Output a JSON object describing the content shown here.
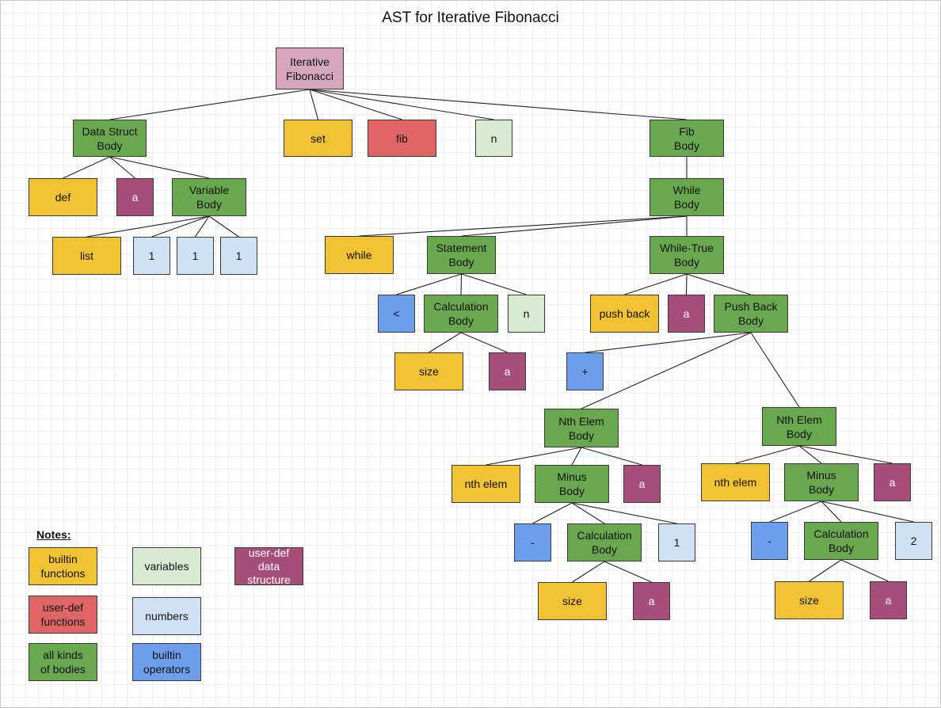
{
  "title": "AST for Iterative Fibonacci",
  "colors": {
    "builtin_fn": "#f1c232",
    "user_fn": "#e06666",
    "body": "#6aa84f",
    "variable": "#d9ead3",
    "number": "#cfe2f3",
    "operator": "#6d9eeb",
    "data_struct": "#a64d79",
    "root": "#d5a6bd"
  },
  "nodes": [
    {
      "id": "root",
      "label": "Iterative\nFibonacci",
      "kind": "root"
    },
    {
      "id": "ds_body",
      "label": "Data Struct\nBody",
      "kind": "body"
    },
    {
      "id": "set",
      "label": "set",
      "kind": "builtin_fn"
    },
    {
      "id": "fib",
      "label": "fib",
      "kind": "user_fn"
    },
    {
      "id": "n_top",
      "label": "n",
      "kind": "variable"
    },
    {
      "id": "fib_body",
      "label": "Fib\nBody",
      "kind": "body"
    },
    {
      "id": "def",
      "label": "def",
      "kind": "builtin_fn"
    },
    {
      "id": "a_ds",
      "label": "a",
      "kind": "data_struct"
    },
    {
      "id": "var_body",
      "label": "Variable\nBody",
      "kind": "body"
    },
    {
      "id": "list",
      "label": "list",
      "kind": "builtin_fn"
    },
    {
      "id": "one1",
      "label": "1",
      "kind": "number"
    },
    {
      "id": "one2",
      "label": "1",
      "kind": "number"
    },
    {
      "id": "one3",
      "label": "1",
      "kind": "number"
    },
    {
      "id": "while_body",
      "label": "While\nBody",
      "kind": "body"
    },
    {
      "id": "while",
      "label": "while",
      "kind": "builtin_fn"
    },
    {
      "id": "stmt_body",
      "label": "Statement\nBody",
      "kind": "body"
    },
    {
      "id": "wt_body",
      "label": "While-True\nBody",
      "kind": "body"
    },
    {
      "id": "lt",
      "label": "<",
      "kind": "operator"
    },
    {
      "id": "calc1",
      "label": "Calculation\nBody",
      "kind": "body"
    },
    {
      "id": "n_stmt",
      "label": "n",
      "kind": "variable"
    },
    {
      "id": "size1",
      "label": "size",
      "kind": "builtin_fn"
    },
    {
      "id": "a_calc1",
      "label": "a",
      "kind": "data_struct"
    },
    {
      "id": "push_back",
      "label": "push back",
      "kind": "builtin_fn"
    },
    {
      "id": "a_wt",
      "label": "a",
      "kind": "data_struct"
    },
    {
      "id": "pb_body",
      "label": "Push Back\nBody",
      "kind": "body"
    },
    {
      "id": "plus",
      "label": "+",
      "kind": "operator"
    },
    {
      "id": "nth1",
      "label": "Nth Elem\nBody",
      "kind": "body"
    },
    {
      "id": "nth2",
      "label": "Nth Elem\nBody",
      "kind": "body"
    },
    {
      "id": "nth_elem1",
      "label": "nth elem",
      "kind": "builtin_fn"
    },
    {
      "id": "minus1",
      "label": "Minus\nBody",
      "kind": "body"
    },
    {
      "id": "a_nth1",
      "label": "a",
      "kind": "data_struct"
    },
    {
      "id": "sub1",
      "label": "-",
      "kind": "operator"
    },
    {
      "id": "calc2",
      "label": "Calculation\nBody",
      "kind": "body"
    },
    {
      "id": "num1",
      "label": "1",
      "kind": "number"
    },
    {
      "id": "size2",
      "label": "size",
      "kind": "builtin_fn"
    },
    {
      "id": "a_calc2",
      "label": "a",
      "kind": "data_struct"
    },
    {
      "id": "nth_elem2",
      "label": "nth elem",
      "kind": "builtin_fn"
    },
    {
      "id": "minus2",
      "label": "Minus\nBody",
      "kind": "body"
    },
    {
      "id": "a_nth2",
      "label": "a",
      "kind": "data_struct"
    },
    {
      "id": "sub2",
      "label": "-",
      "kind": "operator"
    },
    {
      "id": "calc3",
      "label": "Calculation\nBody",
      "kind": "body"
    },
    {
      "id": "num2",
      "label": "2",
      "kind": "number"
    },
    {
      "id": "size3",
      "label": "size",
      "kind": "builtin_fn"
    },
    {
      "id": "a_calc3",
      "label": "a",
      "kind": "data_struct"
    }
  ],
  "edges": [
    [
      "root",
      "ds_body"
    ],
    [
      "root",
      "set"
    ],
    [
      "root",
      "fib"
    ],
    [
      "root",
      "n_top"
    ],
    [
      "root",
      "fib_body"
    ],
    [
      "ds_body",
      "def"
    ],
    [
      "ds_body",
      "a_ds"
    ],
    [
      "ds_body",
      "var_body"
    ],
    [
      "var_body",
      "list"
    ],
    [
      "var_body",
      "one1"
    ],
    [
      "var_body",
      "one2"
    ],
    [
      "var_body",
      "one3"
    ],
    [
      "fib_body",
      "while_body"
    ],
    [
      "while_body",
      "while"
    ],
    [
      "while_body",
      "stmt_body"
    ],
    [
      "while_body",
      "wt_body"
    ],
    [
      "stmt_body",
      "lt"
    ],
    [
      "stmt_body",
      "calc1"
    ],
    [
      "stmt_body",
      "n_stmt"
    ],
    [
      "calc1",
      "size1"
    ],
    [
      "calc1",
      "a_calc1"
    ],
    [
      "wt_body",
      "push_back"
    ],
    [
      "wt_body",
      "a_wt"
    ],
    [
      "wt_body",
      "pb_body"
    ],
    [
      "pb_body",
      "plus"
    ],
    [
      "pb_body",
      "nth1"
    ],
    [
      "pb_body",
      "nth2"
    ],
    [
      "nth1",
      "nth_elem1"
    ],
    [
      "nth1",
      "minus1"
    ],
    [
      "nth1",
      "a_nth1"
    ],
    [
      "minus1",
      "sub1"
    ],
    [
      "minus1",
      "calc2"
    ],
    [
      "minus1",
      "num1"
    ],
    [
      "calc2",
      "size2"
    ],
    [
      "calc2",
      "a_calc2"
    ],
    [
      "nth2",
      "nth_elem2"
    ],
    [
      "nth2",
      "minus2"
    ],
    [
      "nth2",
      "a_nth2"
    ],
    [
      "minus2",
      "sub2"
    ],
    [
      "minus2",
      "calc3"
    ],
    [
      "minus2",
      "num2"
    ],
    [
      "calc3",
      "size3"
    ],
    [
      "calc3",
      "a_calc3"
    ]
  ],
  "notes": {
    "title": "Notes:",
    "items": [
      {
        "label": "builtin\nfunctions",
        "kind": "builtin_fn"
      },
      {
        "label": "user-def\nfunctions",
        "kind": "user_fn"
      },
      {
        "label": "all kinds\nof bodies",
        "kind": "body"
      },
      {
        "label": "variables",
        "kind": "variable"
      },
      {
        "label": "numbers",
        "kind": "number"
      },
      {
        "label": "builtin\noperators",
        "kind": "operator"
      },
      {
        "label": "user-def\ndata\nstructure",
        "kind": "data_struct"
      }
    ]
  }
}
